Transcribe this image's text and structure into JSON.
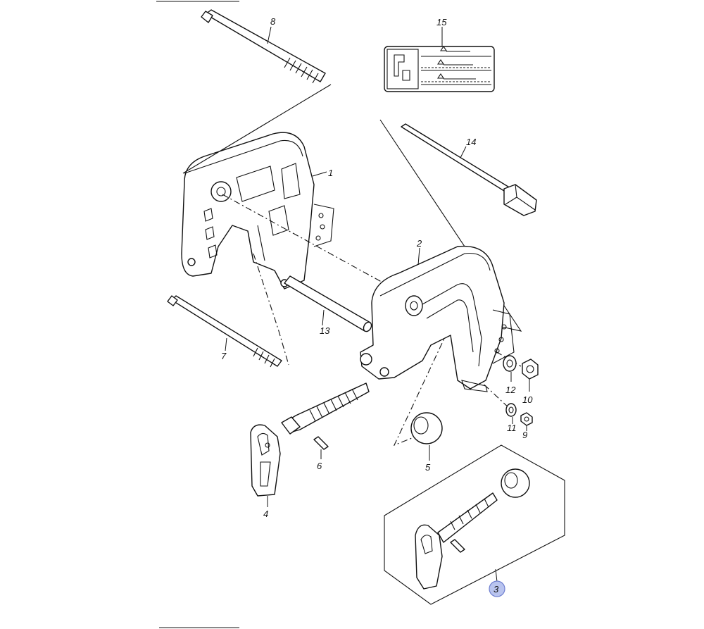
{
  "colors": {
    "line": "#111111",
    "highlight": "#b9c4ef",
    "highlight_stroke": "#6f7fd0"
  },
  "callouts": {
    "c1": "1",
    "c2": "2",
    "c3": "3",
    "c4": "4",
    "c5": "5",
    "c6": "6",
    "c7": "7",
    "c8": "8",
    "c9": "9",
    "c10": "10",
    "c11": "11",
    "c12": "12",
    "c13": "13",
    "c14": "14",
    "c15": "15"
  },
  "highlighted_callout": "3"
}
